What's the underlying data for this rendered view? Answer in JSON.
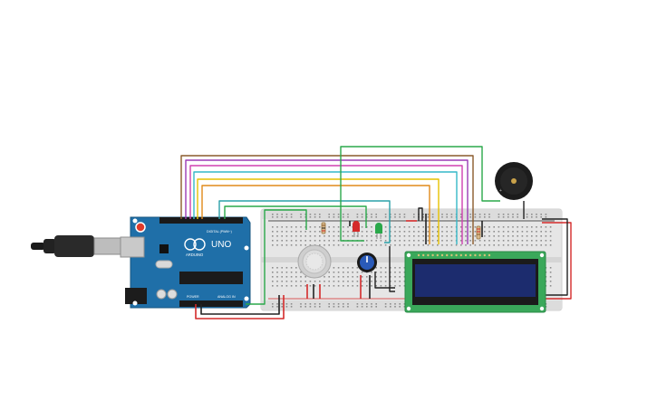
{
  "board": {
    "brand": "ARDUINO",
    "model": "UNO",
    "digital_label": "DIGITAL (PWM~)",
    "power_label": "POWER",
    "analog_label": "ANALOG IN"
  },
  "colors": {
    "background": "#ffffff",
    "arduino_blue": "#1f6fa8",
    "breadboard": "#e9e9e9",
    "lcd_pcb": "#3aa85a",
    "lcd_screen": "#1c2c6e",
    "wire_green": "#2aa84a",
    "wire_red": "#d42a2a",
    "wire_black": "#222222",
    "wire_yellow": "#e6c200",
    "wire_orange": "#e08a1a",
    "wire_brown": "#8a5a2b",
    "wire_purple": "#9b3bb5",
    "wire_pink": "#d040b0",
    "wire_teal": "#2aa0a8",
    "wire_cyan": "#35b8c8"
  },
  "components": {
    "usb_cable": "usb-cable",
    "arduino": "arduino-uno",
    "breadboard": "breadboard",
    "gas_sensor": "gas-sensor",
    "potentiometer": "potentiometer",
    "red_led": "red-led",
    "green_led": "green-led",
    "buzzer": "piezo-buzzer",
    "lcd": "lcd-16x2",
    "resistors": "resistor"
  }
}
